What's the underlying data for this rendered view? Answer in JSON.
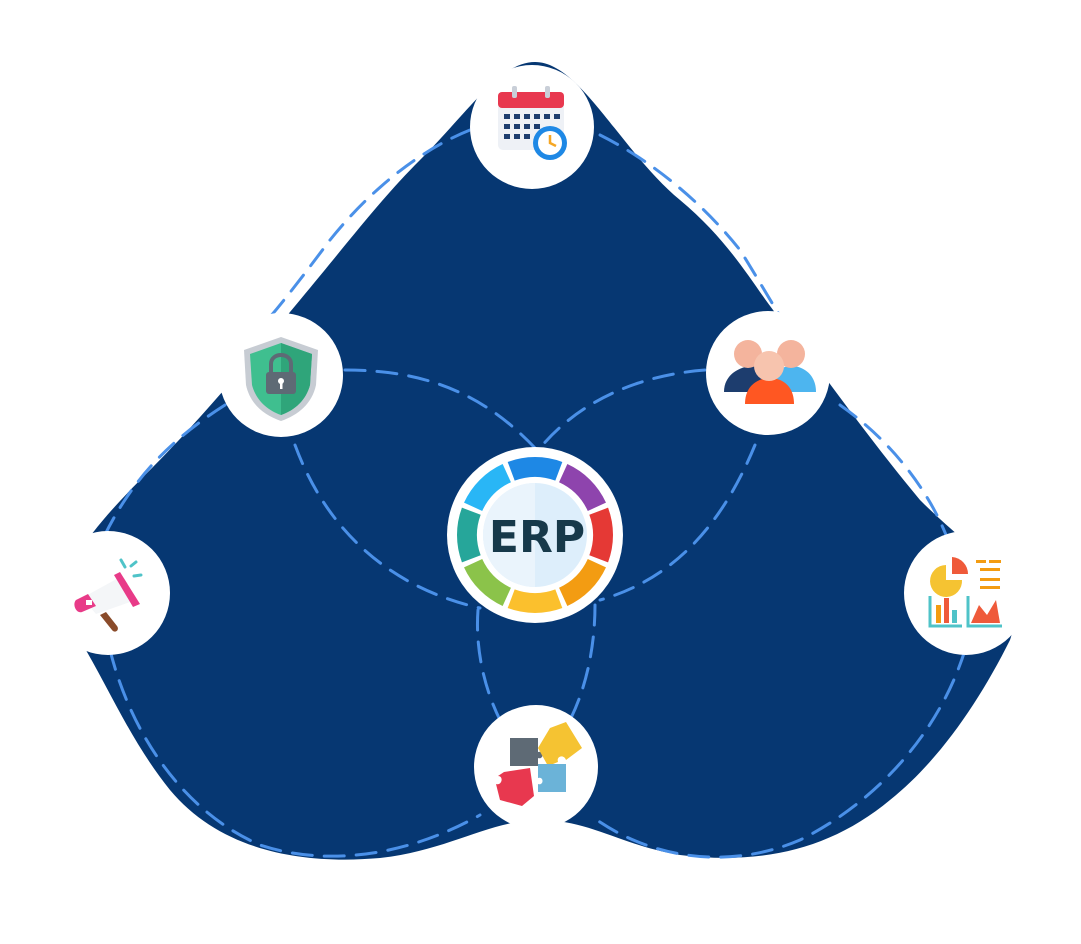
{
  "diagram": {
    "center": {
      "label": "ERP",
      "icon": "erp-wheel-icon"
    },
    "nodes": [
      {
        "id": "calendar",
        "icon": "calendar-clock-icon"
      },
      {
        "id": "security",
        "icon": "shield-lock-icon"
      },
      {
        "id": "team",
        "icon": "people-group-icon"
      },
      {
        "id": "marketing",
        "icon": "megaphone-icon"
      },
      {
        "id": "analytics",
        "icon": "charts-report-icon"
      },
      {
        "id": "integration",
        "icon": "puzzle-pieces-icon"
      }
    ],
    "colors": {
      "background": "#ffffff",
      "blob": "#063772",
      "dash": "#4a90e8",
      "node_fill": "#ffffff",
      "wheel": [
        "#1e88e5",
        "#8e44ad",
        "#e53935",
        "#f39c12",
        "#fbc02d",
        "#8bc34a",
        "#26a69a",
        "#29b6f6"
      ],
      "erp_text": "#17394a"
    }
  }
}
